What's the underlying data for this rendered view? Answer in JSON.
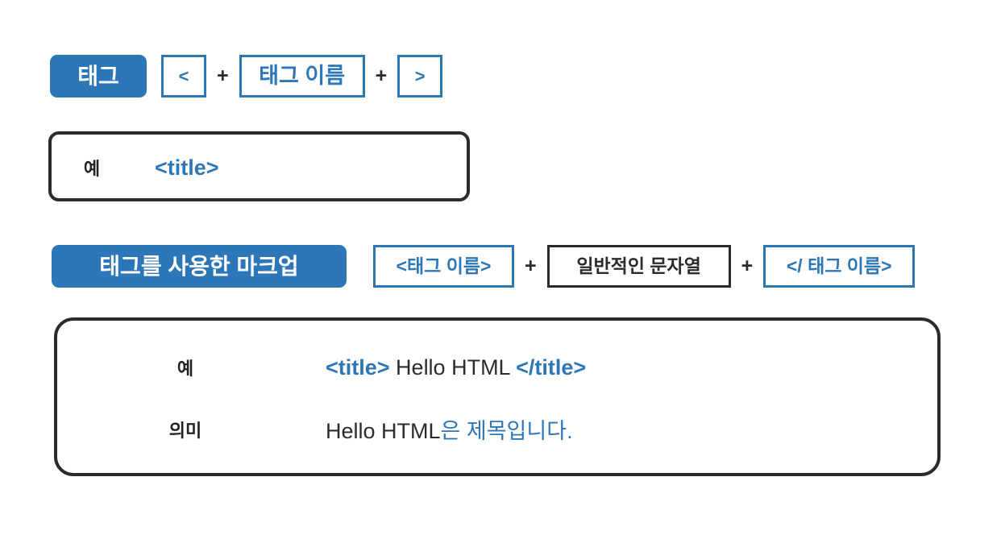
{
  "colors": {
    "accent_blue": "#2d77b8",
    "dark": "#2b2b2b",
    "background": "#ffffff"
  },
  "row_tag": {
    "heading": "태그",
    "operator": "+",
    "parts": [
      {
        "text": "<",
        "style": "blue-outline"
      },
      {
        "text": "태그 이름",
        "style": "blue-outline"
      },
      {
        "text": ">",
        "style": "blue-outline"
      }
    ]
  },
  "example_tag": {
    "label": "예",
    "value": "<title>"
  },
  "row_markup": {
    "heading": "태그를 사용한 마크업",
    "operator": "+",
    "parts": [
      {
        "text": "<태그 이름>",
        "style": "blue-outline"
      },
      {
        "text": "일반적인 문자열",
        "style": "dark-outline"
      },
      {
        "text": "</ 태그 이름>",
        "style": "blue-outline"
      }
    ]
  },
  "example_markup": {
    "rows": [
      {
        "label": "예",
        "segments": [
          {
            "text": "<title>",
            "color": "blue"
          },
          {
            "text": " Hello HTML ",
            "color": "dark"
          },
          {
            "text": "</title>",
            "color": "blue"
          }
        ]
      },
      {
        "label": "의미",
        "segments": [
          {
            "text": "Hello HTML",
            "color": "dark"
          },
          {
            "text": "은 제목입니다.",
            "color": "blue"
          }
        ]
      }
    ]
  }
}
